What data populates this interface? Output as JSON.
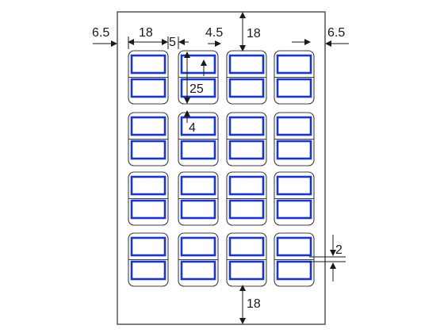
{
  "sheet": {
    "line_color": "#3a3a3a"
  },
  "labels": {
    "border_color": "#3f3f3f",
    "label_stroke": "#1a36c8",
    "label_fill": "#ffffff",
    "columns": 4,
    "rows": 4,
    "labels_per_tag": 2
  },
  "dimensions": {
    "side_margin_left": "6.5",
    "side_margin_right": "6.5",
    "tag_width": "18",
    "column_gap": "5",
    "label_gap_top": "4.5",
    "top_margin": "18",
    "tag_height": "25",
    "row_gap": "4",
    "label_spacing": "2",
    "bottom_margin": "18"
  }
}
